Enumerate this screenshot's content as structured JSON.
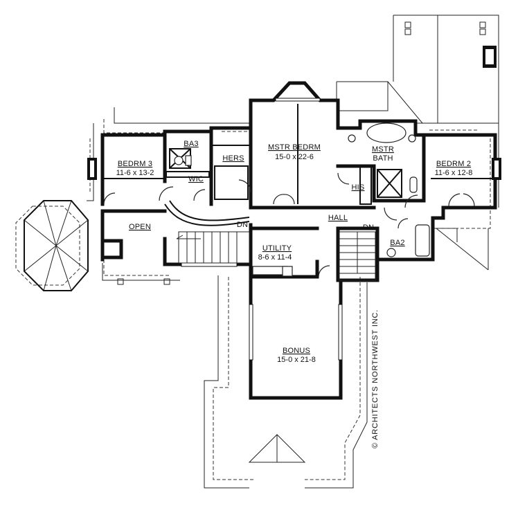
{
  "rooms": {
    "master_bedroom": {
      "name": "MSTR BEDRM",
      "dims": "15-0 x 22-6"
    },
    "master_bath": {
      "name1": "MSTR",
      "name2": "BATH"
    },
    "bedroom3": {
      "name": "BEDRM 3",
      "dims": "11-6 x 13-2"
    },
    "bedroom2": {
      "name": "BEDRM 2",
      "dims": "11-6 x 12-8"
    },
    "bath3": {
      "name": "BA3"
    },
    "bath2": {
      "name": "BA2"
    },
    "wic": {
      "name": "WIC"
    },
    "hers": {
      "name": "HERS"
    },
    "his": {
      "name": "HIS"
    },
    "open": {
      "name": "OPEN"
    },
    "hall": {
      "name": "HALL"
    },
    "utility": {
      "name": "UTILITY",
      "dims": "8-6 x 11-4"
    },
    "bonus": {
      "name": "BONUS",
      "dims": "15-0 x 21-8"
    }
  },
  "stairs": {
    "down_label_1": "DN",
    "down_label_2": "DN"
  },
  "copyright": {
    "text": "© ARCHITECTS NORTHWEST INC."
  }
}
